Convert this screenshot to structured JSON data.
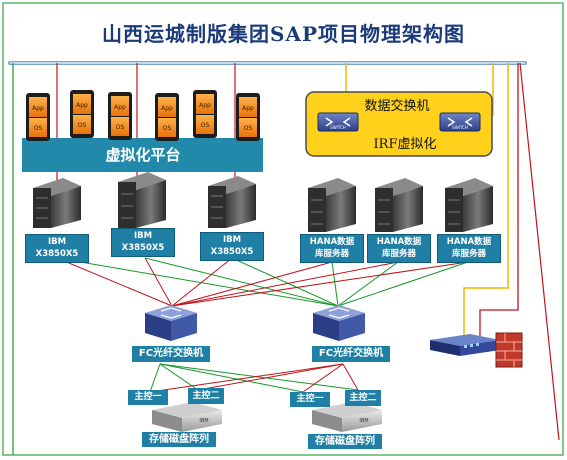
{
  "title": "山西运城制版集团SAP项目物理架构图",
  "virtualization_platform": {
    "label": "虚拟化平台"
  },
  "apps": [
    {
      "top": "App",
      "bottom": "OS"
    },
    {
      "top": "App",
      "bottom": "OS"
    },
    {
      "top": "App",
      "bottom": "OS"
    },
    {
      "top": "App",
      "bottom": "OS"
    },
    {
      "top": "App",
      "bottom": "OS"
    },
    {
      "top": "App",
      "bottom": "OS"
    }
  ],
  "data_switch_group": {
    "label": "数据交换机",
    "irf_label": "IRF虚拟化",
    "switch_text": [
      "SWITCH",
      "SWITCH"
    ]
  },
  "ibm_servers": [
    {
      "line1": "IBM",
      "line2": "X3850X5"
    },
    {
      "line1": "IBM",
      "line2": "X3850X5"
    },
    {
      "line1": "IBM",
      "line2": "X3850X5"
    }
  ],
  "hana_servers": [
    {
      "line1": "HANA数据",
      "line2": "库服务器"
    },
    {
      "line1": "HANA数据",
      "line2": "库服务器"
    },
    {
      "line1": "HANA数据",
      "line2": "库服务器"
    }
  ],
  "fc_switches": [
    {
      "label": "FC光纤交换机"
    },
    {
      "label": "FC光纤交换机"
    }
  ],
  "storage_arrays": [
    {
      "controller_a": "主控一",
      "controller_b": "主控二",
      "label": "存储磁盘阵列",
      "brand": "IBM"
    },
    {
      "controller_a": "主控一",
      "controller_b": "主控二",
      "label": "存储磁盘阵列",
      "brand": "IBM"
    }
  ],
  "colors": {
    "link_red": "#c0141b",
    "link_green": "#169a2a",
    "link_yellow": "#f0b800",
    "platform_blue": "#2389ab",
    "label_blue": "#1f7fa5",
    "switch_box_fill": "#ffd11a",
    "border_green": "#5bb26b"
  }
}
